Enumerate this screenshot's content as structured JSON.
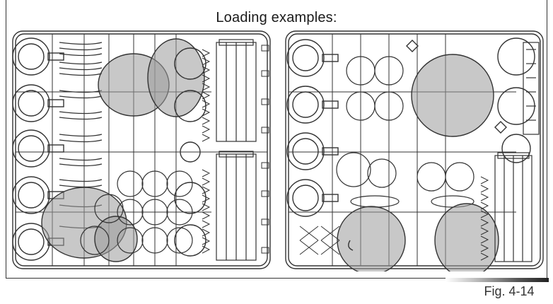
{
  "title": "Loading examples:",
  "figure_label": "Fig. 4-14",
  "colors": {
    "stroke": "#333333",
    "shade": "#9a9a9a",
    "background": "#ffffff"
  },
  "racks": [
    {
      "id": "left",
      "items": [
        "dinner-plates",
        "soup-plates",
        "glasses",
        "cutlery-basket"
      ]
    },
    {
      "id": "right",
      "items": [
        "dinner-plates",
        "bowls",
        "pots",
        "cutlery-basket"
      ]
    }
  ]
}
